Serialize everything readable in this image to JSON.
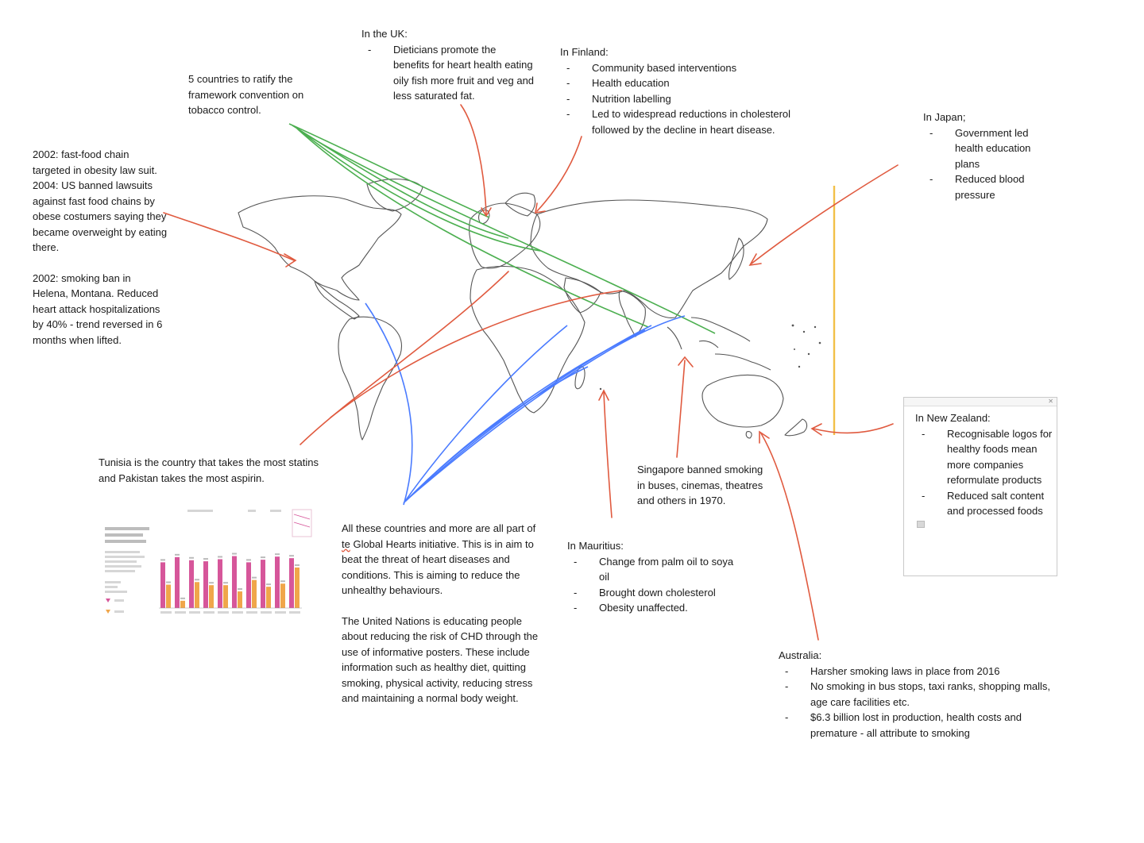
{
  "notes": {
    "uk": {
      "head": "In the UK:",
      "items": [
        "Dieticians promote the benefits for heart health eating oily fish more fruit and veg and less saturated fat."
      ]
    },
    "finland": {
      "head": "In Finland:",
      "items": [
        "Community based interventions",
        "Health education",
        "Nutrition labelling",
        "Led to widespread reductions in cholesterol followed by the decline in heart disease."
      ]
    },
    "tobacco": {
      "text": "5 countries to ratify the framework convention on tobacco control."
    },
    "japan": {
      "head": "In Japan;",
      "items": [
        "Government led health education plans",
        "Reduced blood pressure"
      ]
    },
    "usa": {
      "p1": "2002: fast-food chain targeted in obesity law suit.",
      "p2": "2004: US banned lawsuits against fast food chains by obese costumers saying they became overweight by eating there.",
      "p3": "2002: smoking ban in Helena, Montana. Reduced heart attack hospitalizations by 40% - trend reversed in 6 months when lifted."
    },
    "tunisia": {
      "text": "Tunisia is the country that takes the most statins and Pakistan takes the most aspirin."
    },
    "global_hearts": {
      "p1_before": "All these countries and more are all part of ",
      "p1_typo": "te",
      "p1_after": " Global Hearts initiative. This is in aim to beat the threat of heart diseases and conditions. This is aiming to reduce the unhealthy behaviours.",
      "p2": "The United Nations is educating people about reducing the risk of CHD through the use of informative posters. These include information such as healthy diet, quitting smoking, physical activity, reducing stress and maintaining a normal body weight."
    },
    "singapore": {
      "text": "Singapore banned smoking in buses, cinemas, theatres and others in 1970."
    },
    "mauritius": {
      "head": "In Mauritius:",
      "items": [
        "Change from palm oil to soya oil",
        "Brought down cholesterol",
        "Obesity unaffected."
      ]
    },
    "new_zealand": {
      "head": "In New Zealand:",
      "items": [
        "Recognisable logos for healthy foods mean more companies reformulate products",
        "Reduced salt content and processed foods"
      ]
    },
    "australia": {
      "head": "Australia:",
      "items": [
        "Harsher smoking laws in place from 2016",
        "No smoking in bus stops, taxi ranks, shopping malls, age care facilities etc.",
        "$6.3 billion lost in production, health costs and premature - all attribute to smoking"
      ]
    }
  },
  "chart_data": {
    "type": "bar",
    "categories": [
      "",
      "",
      "",
      "",
      "",
      "",
      "",
      "",
      "",
      ""
    ],
    "series": [
      {
        "values": [
          88,
          98,
          92,
          90,
          94,
          100,
          88,
          93,
          99,
          96
        ]
      },
      {
        "values": [
          45,
          14,
          50,
          44,
          44,
          32,
          54,
          41,
          47,
          78
        ]
      }
    ],
    "ylim": [
      0,
      110
    ]
  },
  "colors": {
    "arrow_red": "#e05a3f",
    "route_green": "#4caf50",
    "route_blue": "#4a7bff",
    "dateline_yellow": "#f2c048",
    "map_outline": "#555555",
    "bar_pink": "#d6569a",
    "bar_orange": "#f0a64a"
  }
}
